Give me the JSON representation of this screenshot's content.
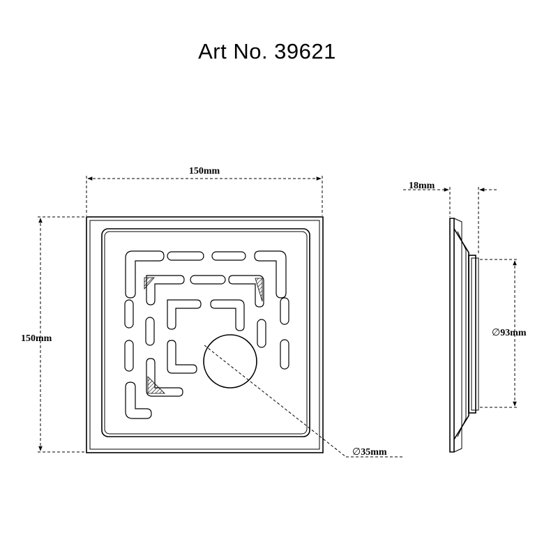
{
  "title": "Art No. 39621",
  "dimensions": {
    "width": "150mm",
    "height": "150mm",
    "depth": "18mm",
    "outlet_diameter": "93mm",
    "hole_diameter": "35mm"
  },
  "symbols": {
    "diameter": "∅"
  }
}
